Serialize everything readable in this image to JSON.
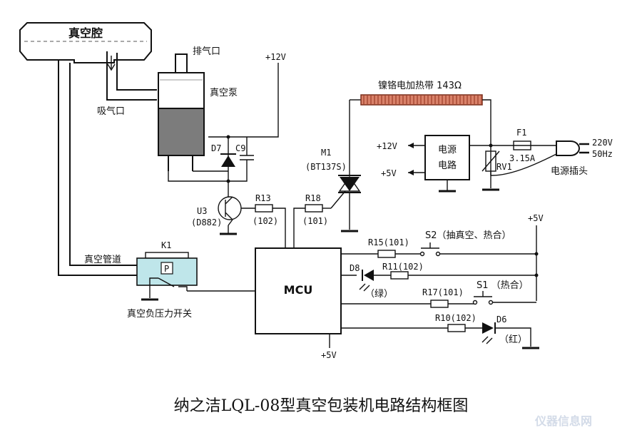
{
  "labels": {
    "vacuum_chamber": "真空腔",
    "exhaust_port": "排气口",
    "vacuum_pump": "真空泵",
    "intake_port": "吸气口",
    "plus12v_pump": "+12V",
    "d7": "D7",
    "c9": "C9",
    "u3": "U3",
    "u3_part": "(D882)",
    "r13": "R13",
    "r13_val": "(102)",
    "r18": "R18",
    "r18_val": "(101)",
    "m1": "M1",
    "m1_part": "(BT137S)",
    "heater": "镍铬电加热带 143Ω",
    "psu_line1": "电源",
    "psu_line2": "电路",
    "out_12v": "+12V",
    "out_5v": "+5V",
    "rv1": "RV1",
    "f1": "F1",
    "f1_val": "3.15A",
    "mains_v": "220V",
    "mains_hz": "50Hz",
    "plug": "电源插头",
    "vacuum_pipe": "真空管道",
    "k1": "K1",
    "k1_p": "P",
    "pressure_switch": "真空负压力开关",
    "mcu": "MCU",
    "mcu_5v": "+5V",
    "rail_5v": "+5V",
    "r15": "R15(101)",
    "s2": "S2（抽真空、热合）",
    "d8": "D8",
    "d8_color": "（绿）",
    "r11": "R11(102)",
    "r17": "R17(101)",
    "s1": "S1 （热合）",
    "r10": "R10(102)",
    "d6": "D6",
    "d6_color": "（红）"
  },
  "caption": "纳之洁LQL-08型真空包装机电路结构框图",
  "watermark": "仪器信息网",
  "colors": {
    "heater_fill": "#d9826a",
    "heater_stripe": "#a84b34",
    "k1_fill": "#bfe6ea",
    "pump_motor_fill": "#7c7c7c",
    "wire": "#111111"
  }
}
